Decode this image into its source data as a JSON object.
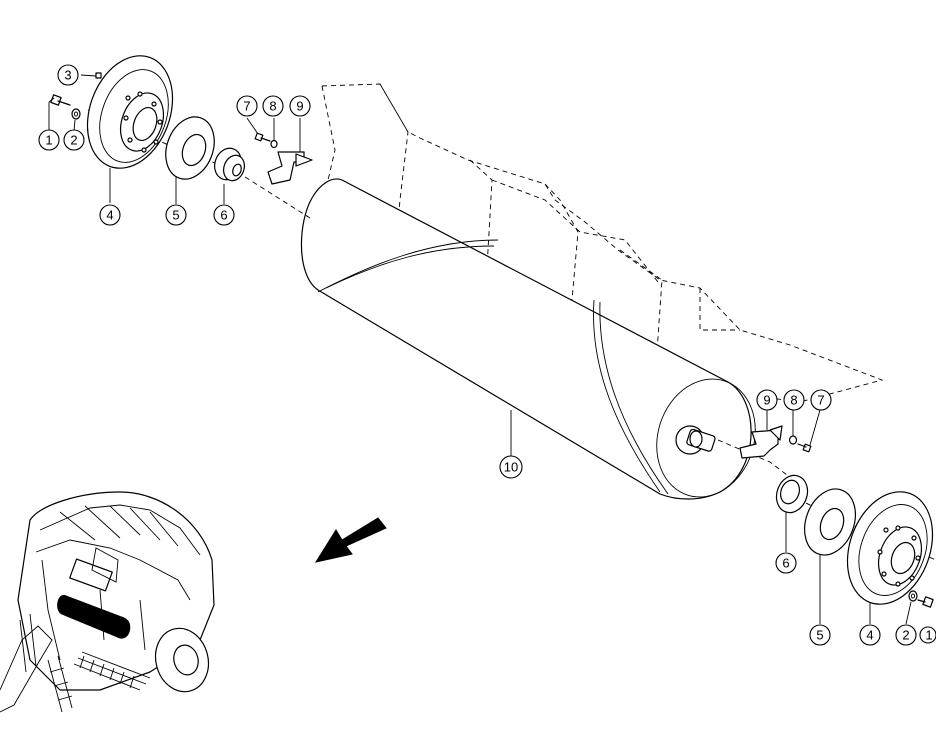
{
  "callouts": [
    {
      "id": "c1-left",
      "label": "1"
    },
    {
      "id": "c2-left",
      "label": "2"
    },
    {
      "id": "c3-left",
      "label": "3"
    },
    {
      "id": "c4-left",
      "label": "4"
    },
    {
      "id": "c5-left",
      "label": "5"
    },
    {
      "id": "c6-left",
      "label": "6"
    },
    {
      "id": "c7-left",
      "label": "7"
    },
    {
      "id": "c8-left",
      "label": "8"
    },
    {
      "id": "c9-left",
      "label": "9"
    },
    {
      "id": "c10",
      "label": "10"
    },
    {
      "id": "c9-right",
      "label": "9"
    },
    {
      "id": "c8-right",
      "label": "8"
    },
    {
      "id": "c7-right",
      "label": "7"
    },
    {
      "id": "c6-right",
      "label": "6"
    },
    {
      "id": "c5-right",
      "label": "5"
    },
    {
      "id": "c4-right",
      "label": "4"
    },
    {
      "id": "c2-right",
      "label": "2"
    },
    {
      "id": "c1-right",
      "label": "1"
    }
  ]
}
